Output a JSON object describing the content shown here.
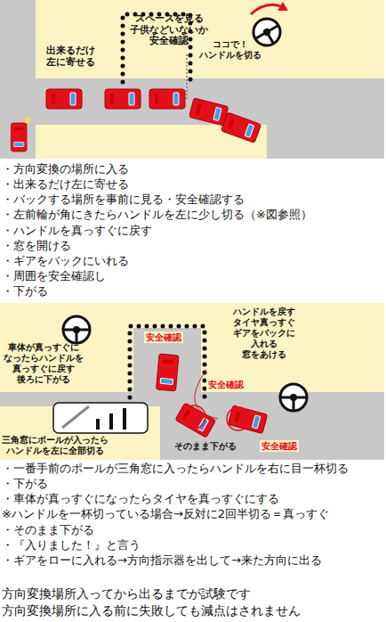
{
  "diagram": {
    "labels": [
      "出来るだけ 左に寄せる",
      "スペースを見る 子供などいないか 安全確認",
      "ココで！ ハンドルを切る",
      "・方向変換の場所に入る",
      "・出来るだけ左に寄せる",
      "・バックする場所を事前に見る・安全確認する",
      "・左前輪が角にきたらハンドルを左に少し切る（※図参照）",
      "・ハンドルを真っすぐに戻す",
      "・窓を開ける",
      "・ギアをバックにいれる",
      "・周囲を安全確認し",
      "・下がる",
      "安全確認",
      "ハンドルを戻す タイヤ真っすぐ ギアをバックに 入れる 窓をあける",
      "車体が真っすぐに なったらハンドルを 真っすぐに戻す 後ろに下がる",
      "安全確認",
      "三角窓にポールが入ったら ハンドルを左に全部切る",
      "そのまま下がる",
      "安全確認",
      "・一番手前のポールが三角窓に入ったらハンドルを右に目一杯切る",
      "・下がる",
      "・車体が真っすぐになったらタイヤを真っすぐにする",
      "※ハンドルを一杯切っている場合→反対に2回半切る＝真っすぐ",
      "・そのまま下がる",
      "・『入りました！』と言う",
      "・ギアをローに入れる→方向指示器を出して→来た方向に出る",
      "方向変換場所入ってから出るまでが試験です",
      "方向変換場所に入る前に失敗しても減点はされません"
    ]
  }
}
